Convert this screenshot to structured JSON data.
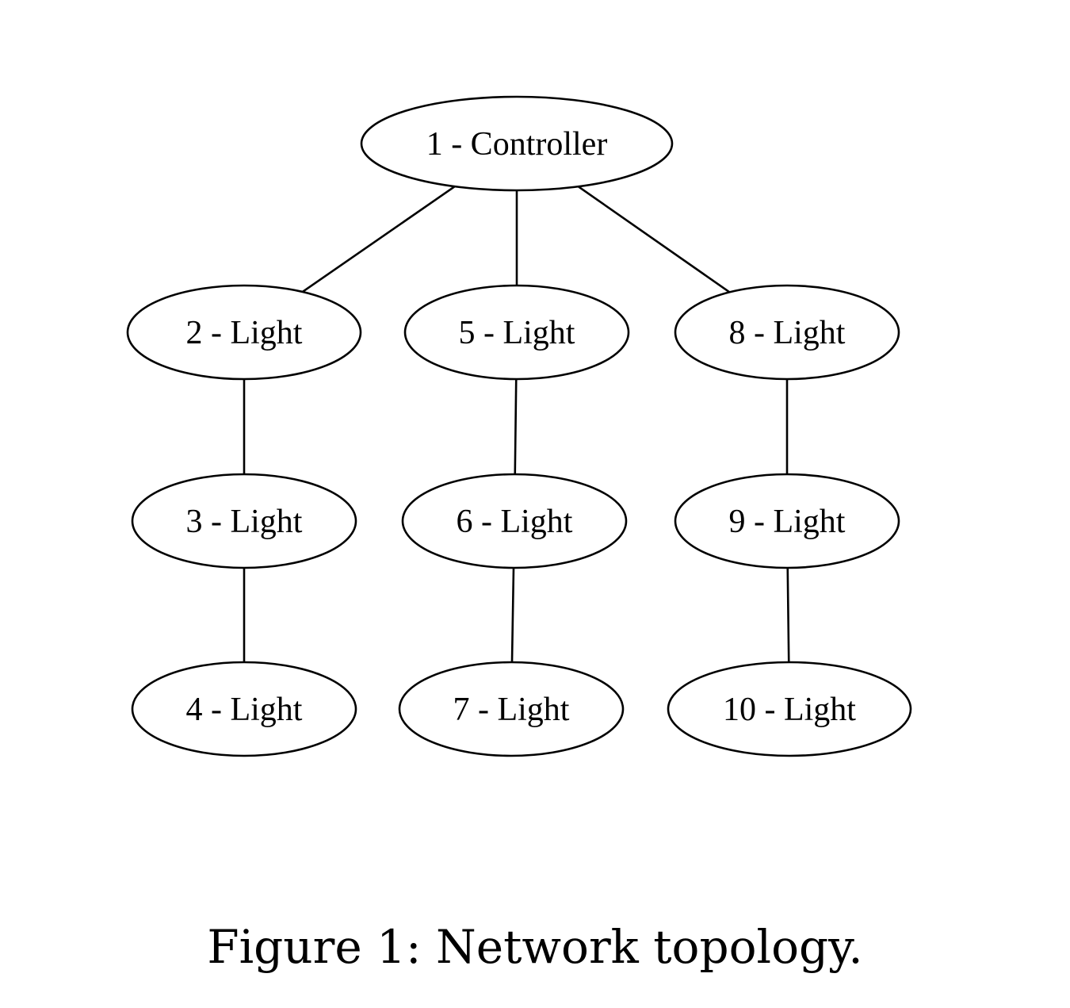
{
  "diagram": {
    "nodes": [
      {
        "id": "1",
        "label": "1 - Controller"
      },
      {
        "id": "2",
        "label": "2 - Light"
      },
      {
        "id": "3",
        "label": "3 - Light"
      },
      {
        "id": "4",
        "label": "4 - Light"
      },
      {
        "id": "5",
        "label": "5 - Light"
      },
      {
        "id": "6",
        "label": "6 - Light"
      },
      {
        "id": "7",
        "label": "7 - Light"
      },
      {
        "id": "8",
        "label": "8 - Light"
      },
      {
        "id": "9",
        "label": "9 - Light"
      },
      {
        "id": "10",
        "label": "10 - Light"
      }
    ],
    "edges": [
      [
        "1",
        "2"
      ],
      [
        "1",
        "5"
      ],
      [
        "1",
        "8"
      ],
      [
        "2",
        "3"
      ],
      [
        "3",
        "4"
      ],
      [
        "5",
        "6"
      ],
      [
        "6",
        "7"
      ],
      [
        "8",
        "9"
      ],
      [
        "9",
        "10"
      ]
    ]
  },
  "caption": "Figure 1: Network topology."
}
